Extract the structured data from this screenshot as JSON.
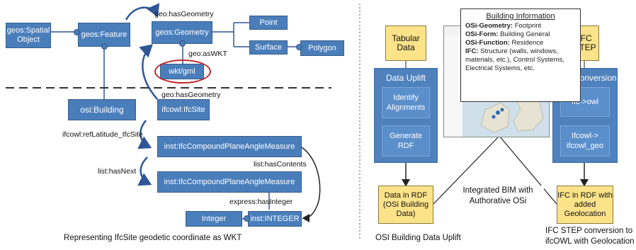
{
  "left": {
    "nodes": {
      "spatial_object": "geos:Spatial Object",
      "feature": "geos:Feature",
      "geometry": "geos:Geometry",
      "point": "Point",
      "surface": "Surface",
      "polygon": "Polygon",
      "wkt": "wkt/gml",
      "building": "osi:Building",
      "ifcsite": "ifcowl:IfcSite",
      "measure1": "inst:IfcCompoundPlaneAngleMeasure",
      "measure2": "inst:IfcCompoundPlaneAngleMeasure",
      "integer": "Integer",
      "inst_integer": "inst:INTEGER"
    },
    "edges": {
      "has_geometry_top": "geo:hasGeometry",
      "as_wkt": "geo:asWKT",
      "has_geometry_mid": "geo:hasGeometry",
      "ref_latitude": "ifcowl:refLatitude_IfcSite",
      "has_next": "list:hasNext",
      "has_contents": "list:hasContents",
      "has_integer": "express:hasInteger"
    },
    "caption": "Representing IfcSite geodetic coordinate as WKT"
  },
  "right": {
    "tabular": "Tabular Data",
    "ifc_step": "IFC STEP",
    "uplift_panel": {
      "title": "Data Uplift",
      "step1": "Identify Alignments",
      "step2": "Generate RDF"
    },
    "conversion_panel": {
      "title": "Data Conversion",
      "step1": "Ifc->owl",
      "step2": "Ifcowl-> ifcowl_geo"
    },
    "data_rdf": "Data in RDF (OSi Building Data)",
    "ifc_rdf": "IFC in RDF with added Geolocation",
    "integrated": "Integrated BIM with Authorative OSi",
    "callout": {
      "title": "Building Information",
      "geometry_key": "OSi-Geometry:",
      "geometry_val": "Footprint",
      "form_key": "OSi-Form:",
      "form_val": "Building General",
      "function_key": "OSi-Function:",
      "function_val": "Residence",
      "ifc_key": "IFC:",
      "ifc_val": "Structure (walls, windows, materials, etc.), Control Systems, Electrical Systems, etc."
    },
    "caption_left": "OSI Building Data Uplift",
    "caption_right_1": "IFC STEP conversion to",
    "caption_right_2": "ifcOWL with Geolocation"
  },
  "colors": {
    "node_blue": "#4a7ebb",
    "note_yellow": "#fce38a",
    "highlight_red": "#c0282d"
  }
}
